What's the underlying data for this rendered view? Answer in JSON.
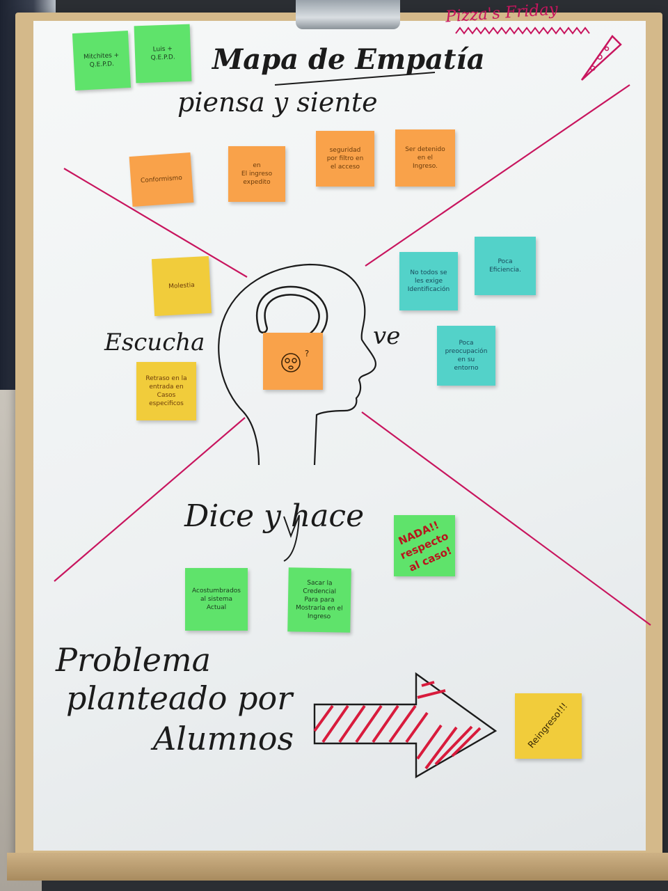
{
  "board": {
    "title": "Mapa de Empatía",
    "tag": "Pizza's Friday",
    "headings": {
      "thinks": "piensa y siente",
      "hears": "Escucha",
      "sees": "ve",
      "says": "Dice y hace"
    },
    "problem": [
      "Problema",
      "planteado por",
      "Alumnos"
    ]
  },
  "notes": {
    "memorial_1": "Mitchites +\nQ.E.P.D.",
    "memorial_2": "Luis +\nQ.E.P.D.",
    "thinks": [
      "Conformismo",
      "en\nEl ingreso\nexpedito",
      "seguridad\npor filtro en\nel acceso",
      "Ser detenido\nen el\nIngreso."
    ],
    "hears": [
      "Molestia",
      "Retraso en la\nentrada en\nCasos especificos"
    ],
    "center": "?",
    "sees": [
      "No todos se\nles exige\nIdentificación",
      "Poca\nEficiencia.",
      "Poca preocupación\nen su\nentorno"
    ],
    "says": [
      "NADA!!\nrespecto al caso!",
      "Acostumbrados\nal sistema\nActual",
      "Sacar la\nCredencial\nPara para\nMostrarla en el\nIngreso"
    ],
    "problem": "Reingreso!!!"
  },
  "colors": {
    "marker_black": "#1b1b1b",
    "marker_magenta": "#c8155e",
    "marker_red": "#d81b3c",
    "note_orange": "#f9a24a",
    "note_yellow": "#f1cc3b",
    "note_cyan": "#53d2c9",
    "note_green": "#5fe36b"
  }
}
